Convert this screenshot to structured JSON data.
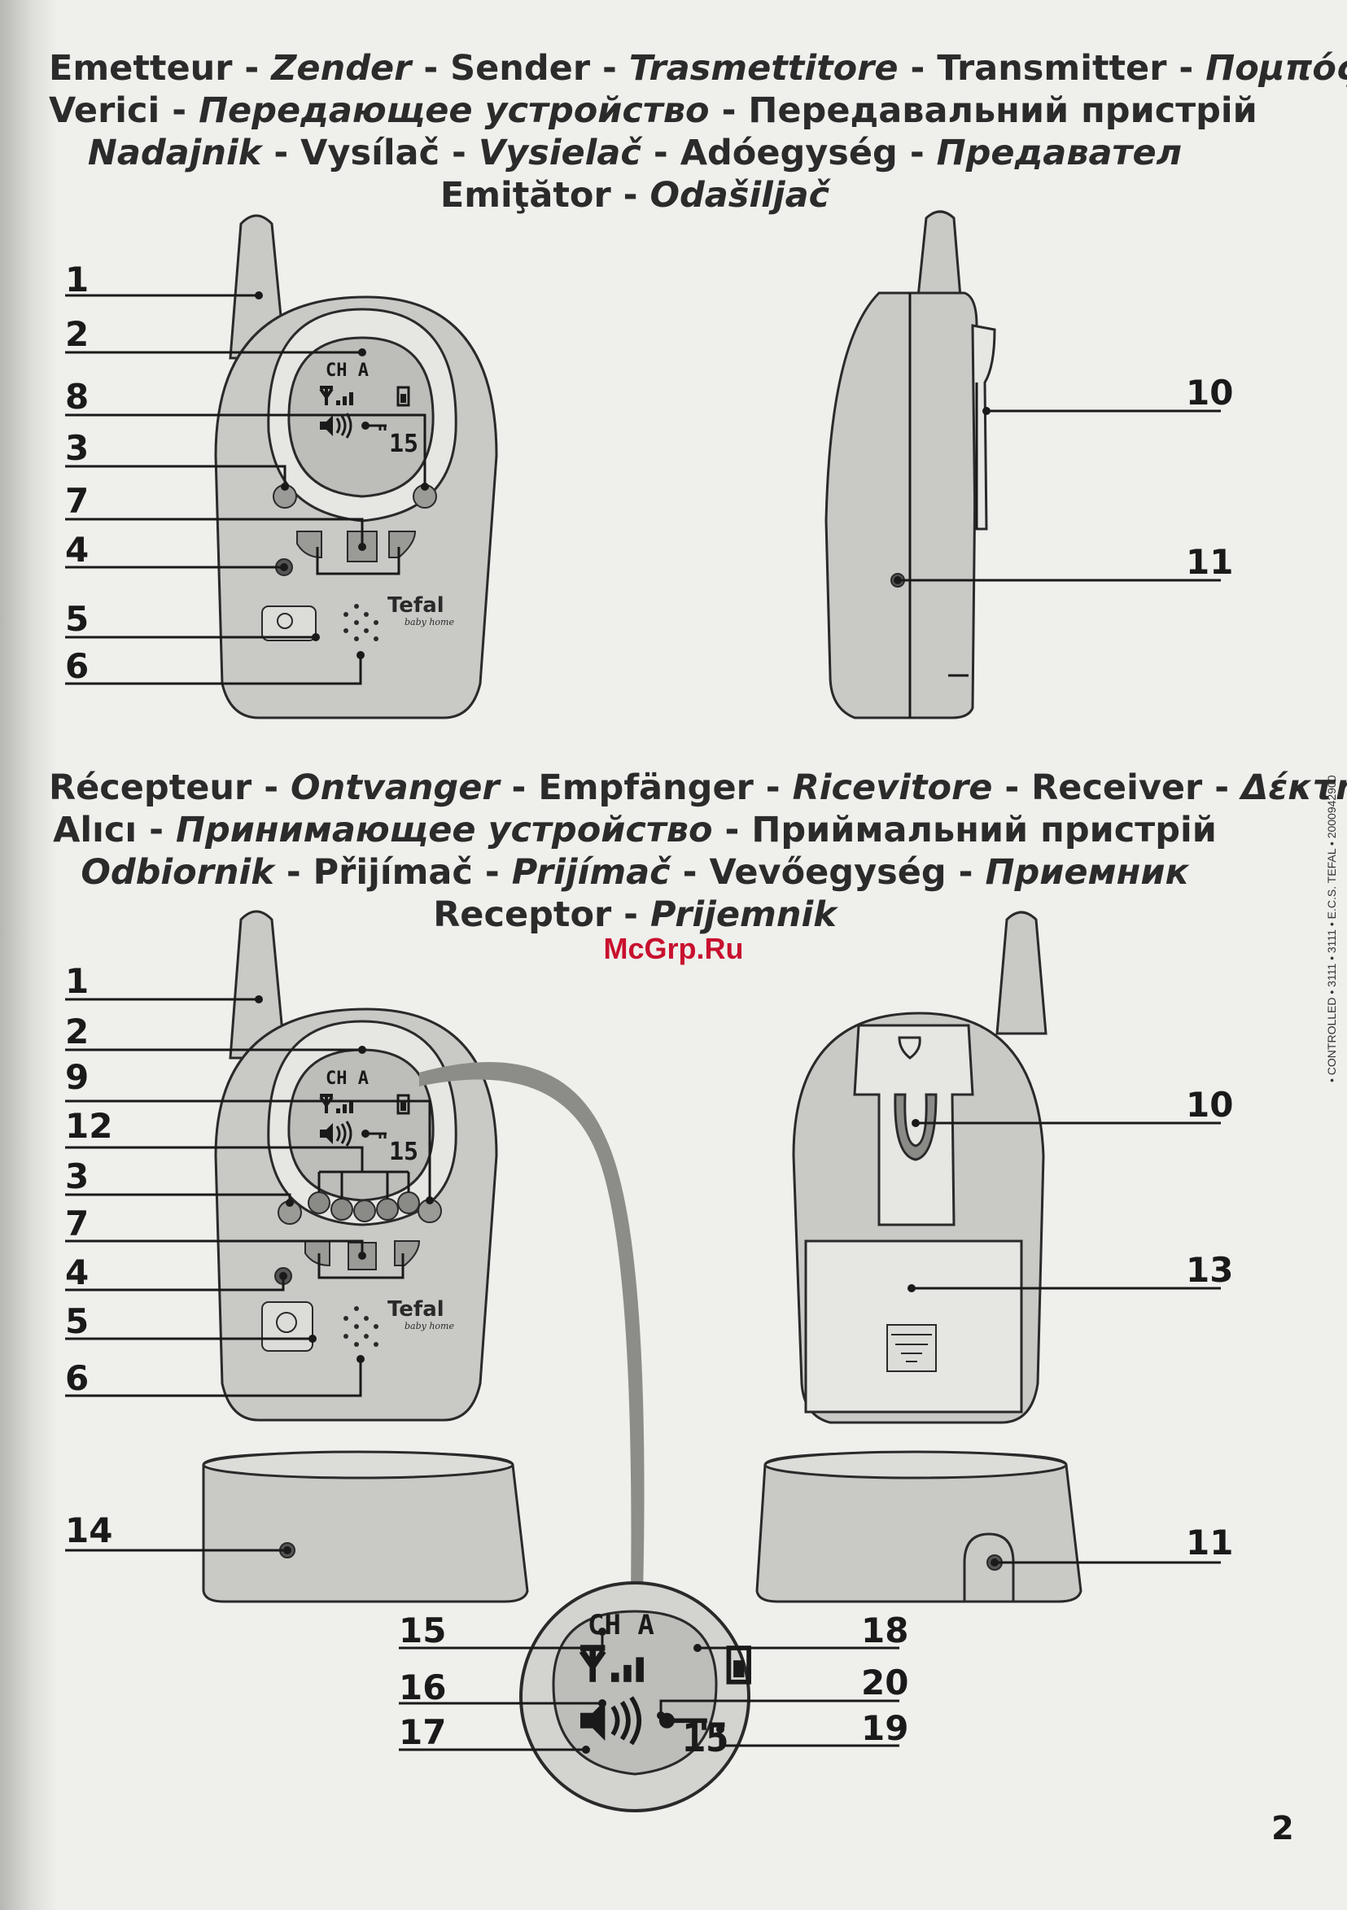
{
  "headings": {
    "transmitter": [
      [
        [
          "Emetteur",
          false
        ],
        [
          "Zender",
          true
        ],
        [
          "Sender",
          false
        ],
        [
          "Trasmettitore",
          true
        ],
        [
          "Transmitter",
          false
        ],
        [
          "Πομπός",
          true
        ]
      ],
      [
        [
          "Verici",
          false
        ],
        [
          "Передающее устройство",
          true
        ],
        [
          "Передавальний пристрій",
          false
        ]
      ],
      [
        [
          "Nadajnik",
          true
        ],
        [
          "Vysílač",
          false
        ],
        [
          "Vysielač",
          true
        ],
        [
          "Adóegység",
          false
        ],
        [
          "Предавател",
          true
        ]
      ],
      [
        [
          "Emiţător",
          false
        ],
        [
          "Odašiljač",
          true
        ]
      ]
    ],
    "receiver": [
      [
        [
          "Récepteur",
          false
        ],
        [
          "Ontvanger",
          true
        ],
        [
          "Empfänger",
          false
        ],
        [
          "Ricevitore",
          true
        ],
        [
          "Receiver",
          false
        ],
        [
          "Δέκτης",
          true
        ]
      ],
      [
        [
          "Alıcı",
          false
        ],
        [
          "Принимающее устройство",
          true
        ],
        [
          "Приймальний пристрій",
          false
        ]
      ],
      [
        [
          "Odbiornik",
          true
        ],
        [
          "Přijímač",
          false
        ],
        [
          "Prijímač",
          true
        ],
        [
          "Vevőegység",
          false
        ],
        [
          "Приемник",
          true
        ]
      ],
      [
        [
          "Receptor",
          false
        ],
        [
          "Prijemnik",
          true
        ]
      ]
    ]
  },
  "watermark": "McGrp.Ru",
  "page_number": "2",
  "margin_code": "• CONTROLLED • 3111 • 3111 • E.C.S. TEFAL • 2000942900",
  "brand": {
    "name": "Tefal",
    "sub": "baby home"
  },
  "lcd": {
    "channel": "CH A",
    "number": "15"
  },
  "callouts": {
    "tx_front": [
      "1",
      "2",
      "8",
      "3",
      "7",
      "4",
      "5",
      "6"
    ],
    "tx_side": [
      "10",
      "11"
    ],
    "rx_front": [
      "1",
      "2",
      "9",
      "12",
      "3",
      "7",
      "4",
      "5",
      "6"
    ],
    "rx_back": [
      "10",
      "13"
    ],
    "base": [
      "14",
      "11"
    ],
    "lcd_zoom_left": [
      "15",
      "16",
      "17"
    ],
    "lcd_zoom_right": [
      "18",
      "20",
      "19"
    ]
  }
}
